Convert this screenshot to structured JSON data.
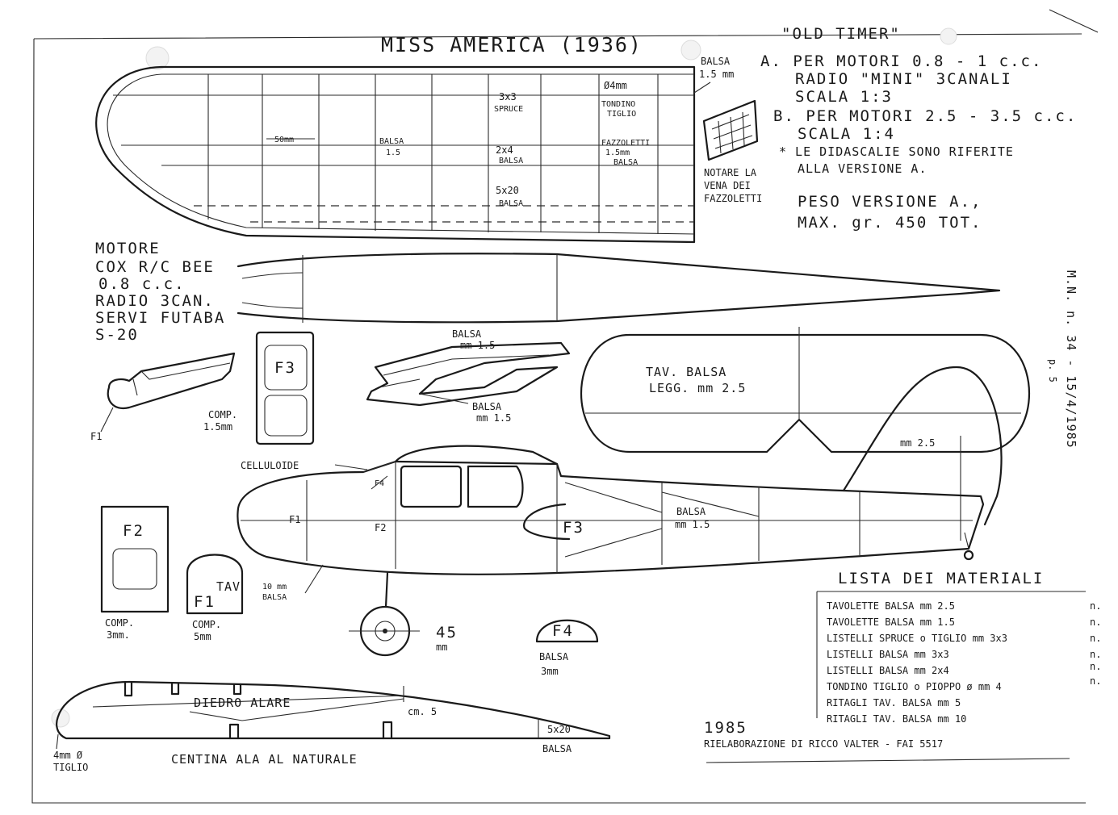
{
  "title": "MISS AMERICA (1936)",
  "header": {
    "old_timer": "\"OLD TIMER\"",
    "opt_a_1": "A. PER MOTORI 0.8 - 1 c.c.",
    "opt_a_2": "RADIO \"MINI\" 3CANALI",
    "opt_a_3": "SCALA 1:3",
    "opt_b_1": "B. PER MOTORI 2.5 - 3.5 c.c.",
    "opt_b_2": "SCALA 1:4",
    "note_1": "* LE DIDASCALIE SONO RIFERITE",
    "note_2": "ALLA VERSIONE A.",
    "weight_1": "PESO VERSIONE A.,",
    "weight_2": "MAX. gr. 450 TOT."
  },
  "side_note": {
    "magazine": "M.N. n. 34 - 15/4/1985",
    "page": "p. 5"
  },
  "wing": {
    "balsa_15": "BALSA",
    "balsa_15_mm": "1.5 mm",
    "spruce_3x3": "3x3",
    "spruce_label": "SPRUCE",
    "dowel_4": "Ø4mm",
    "dowel_label_1": "TONDINO",
    "dowel_label_2": "TIGLIO",
    "dim_50": "50mm",
    "balsa_mid": "BALSA",
    "balsa_mid_mm": "1.5",
    "spar_2x4": "2x4",
    "spar_2x4_label": "BALSA",
    "gusset_1": "FAZZOLETTI",
    "gusset_2": "1.5mm",
    "gusset_3": "BALSA",
    "te_5x20": "5x20",
    "te_5x20_label": "BALSA",
    "grain_1": "NOTARE LA",
    "grain_2": "VENA DEI",
    "grain_3": "FAZZOLETTI"
  },
  "motor": {
    "l1": "MOTORE",
    "l2": "COX R/C BEE",
    "l3": "0.8 c.c.",
    "l4": "RADIO 3CAN.",
    "l5": "SERVI FUTABA",
    "l6": "S-20"
  },
  "parts": {
    "f1": "F1",
    "f2": "F2",
    "f3": "F3",
    "f4": "F4",
    "comp_15_1": "COMP.",
    "comp_15_2": "1.5mm",
    "comp_3_1": "COMP.",
    "comp_3_2": "3mm.",
    "comp_5_1": "COMP.",
    "comp_5_2": "5mm",
    "tav": "TAV",
    "tav_10_1": "10 mm",
    "tav_10_2": "BALSA",
    "f4_balsa_1": "BALSA",
    "f4_balsa_2": "3mm",
    "celluloide": "CELLULOIDE",
    "wheel_dia_1": "45",
    "wheel_dia_2": "mm"
  },
  "tail": {
    "balsa_1": "BALSA",
    "balsa_1_mm": "mm 1.5",
    "balsa_2": "BALSA",
    "balsa_2_mm": "mm 1.5",
    "stab_1": "TAV. BALSA",
    "stab_2": "LEGG. mm 2.5",
    "fin_mm": "mm 2.5"
  },
  "fuselage": {
    "balsa": "BALSA",
    "balsa_mm": "mm 1.5"
  },
  "rib": {
    "diedro": "DIEDRO ALARE",
    "cm5": "cm. 5",
    "te": "5x20",
    "te_balsa": "BALSA",
    "dowel_1": "4mm Ø",
    "dowel_2": "TIGLIO",
    "caption": "CENTINA ALA AL NATURALE"
  },
  "materials": {
    "title": "LISTA DEI MATERIALI",
    "items": [
      "TAVOLETTE BALSA mm 2.5",
      "TAVOLETTE BALSA mm 1.5",
      "LISTELLI SPRUCE o TIGLIO mm 3x3",
      "LISTELLI BALSA mm 3x3",
      "LISTELLI BALSA mm 2x4",
      "TONDINO TIGLIO o PIOPPO ø mm 4",
      "RITAGLI TAV. BALSA mm 5",
      "RITAGLI TAV. BALSA mm 10"
    ],
    "counts": [
      "n.",
      "n.",
      "n.",
      "n.",
      "n.",
      "n."
    ]
  },
  "credit": {
    "year": "1985",
    "line": "RIELABORAZIONE DI RICCO VALTER - FAI 5517"
  }
}
